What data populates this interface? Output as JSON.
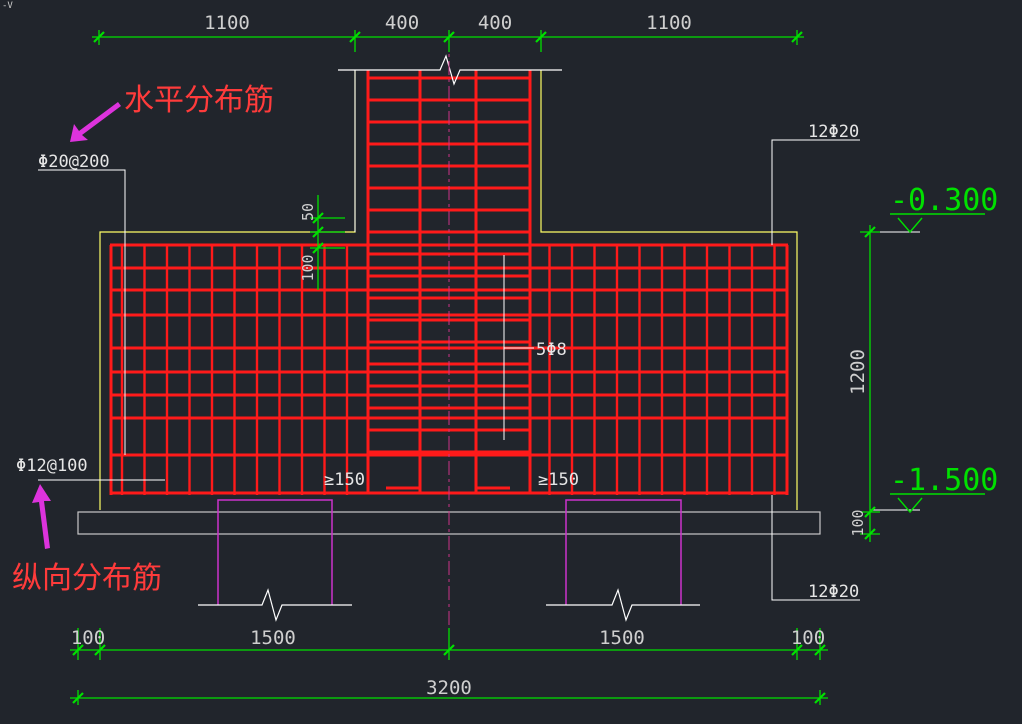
{
  "title_bar": "-V",
  "colors": {
    "background": "#21252c",
    "rebar": "#ff1a1a",
    "dimension": "#00e000",
    "outline": "#ffff66",
    "pile": "#cc33cc",
    "white": "#ffffff",
    "centerline": "#cc3388",
    "annotation": "#ff3b3b",
    "arrow": "#dd33dd",
    "cushion": "#c8c8c8"
  },
  "dimensions": {
    "top": [
      "1100",
      "400",
      "400",
      "1100"
    ],
    "bottom_segments": [
      "100",
      "1500",
      "1500",
      "100"
    ],
    "bottom_total": "3200",
    "right_height": "1200",
    "right_cushion": "100",
    "left_upper": "50",
    "left_lower": "100"
  },
  "elevations": {
    "top": "-0.300",
    "bottom": "-1.500"
  },
  "rebar_labels": {
    "horizontal_spec": "Φ20@200",
    "vertical_spec": "Φ12@100",
    "top_main": "12Φ20",
    "bottom_main": "12Φ20",
    "stirrup": "5Φ8",
    "anchor_left": "≥150",
    "anchor_right": "≥150"
  },
  "annotations": {
    "horizontal": "水平分布筋",
    "vertical": "纵向分布筋"
  }
}
